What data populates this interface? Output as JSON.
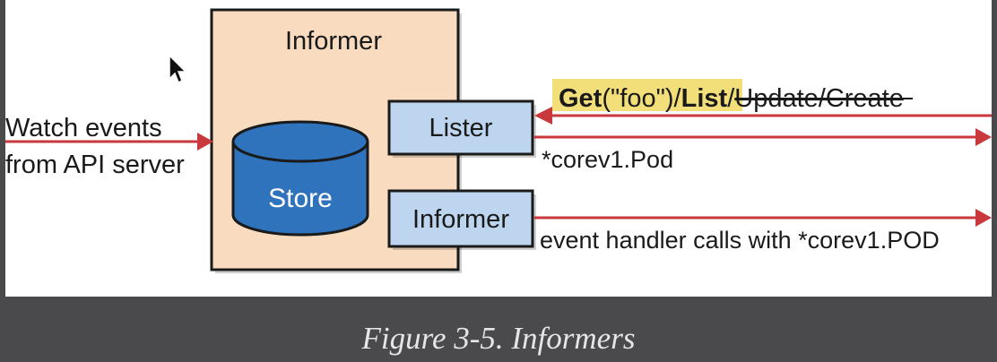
{
  "diagram": {
    "informer_box_title": "Informer",
    "store_label": "Store",
    "lister_label": "Lister",
    "informer_sub_label": "Informer",
    "watch_label_line1": "Watch events",
    "watch_label_line2": "from API server",
    "call_get": "Get",
    "call_foo": "(\"foo\")/",
    "call_list": "List",
    "call_slash": "/",
    "call_update_create": "Update/Create",
    "lister_return": "*corev1.Pod",
    "event_handler_label": "event handler calls with *corev1.POD",
    "colors": {
      "informer_box": "#f9dcc0",
      "sub_box": "#bdd5ee",
      "store": "#2f73bd",
      "arrow": "#c8383d",
      "highlight": "#f3df7a"
    }
  },
  "caption": "Figure 3-5. Informers",
  "cursor": "mouse-pointer-icon"
}
